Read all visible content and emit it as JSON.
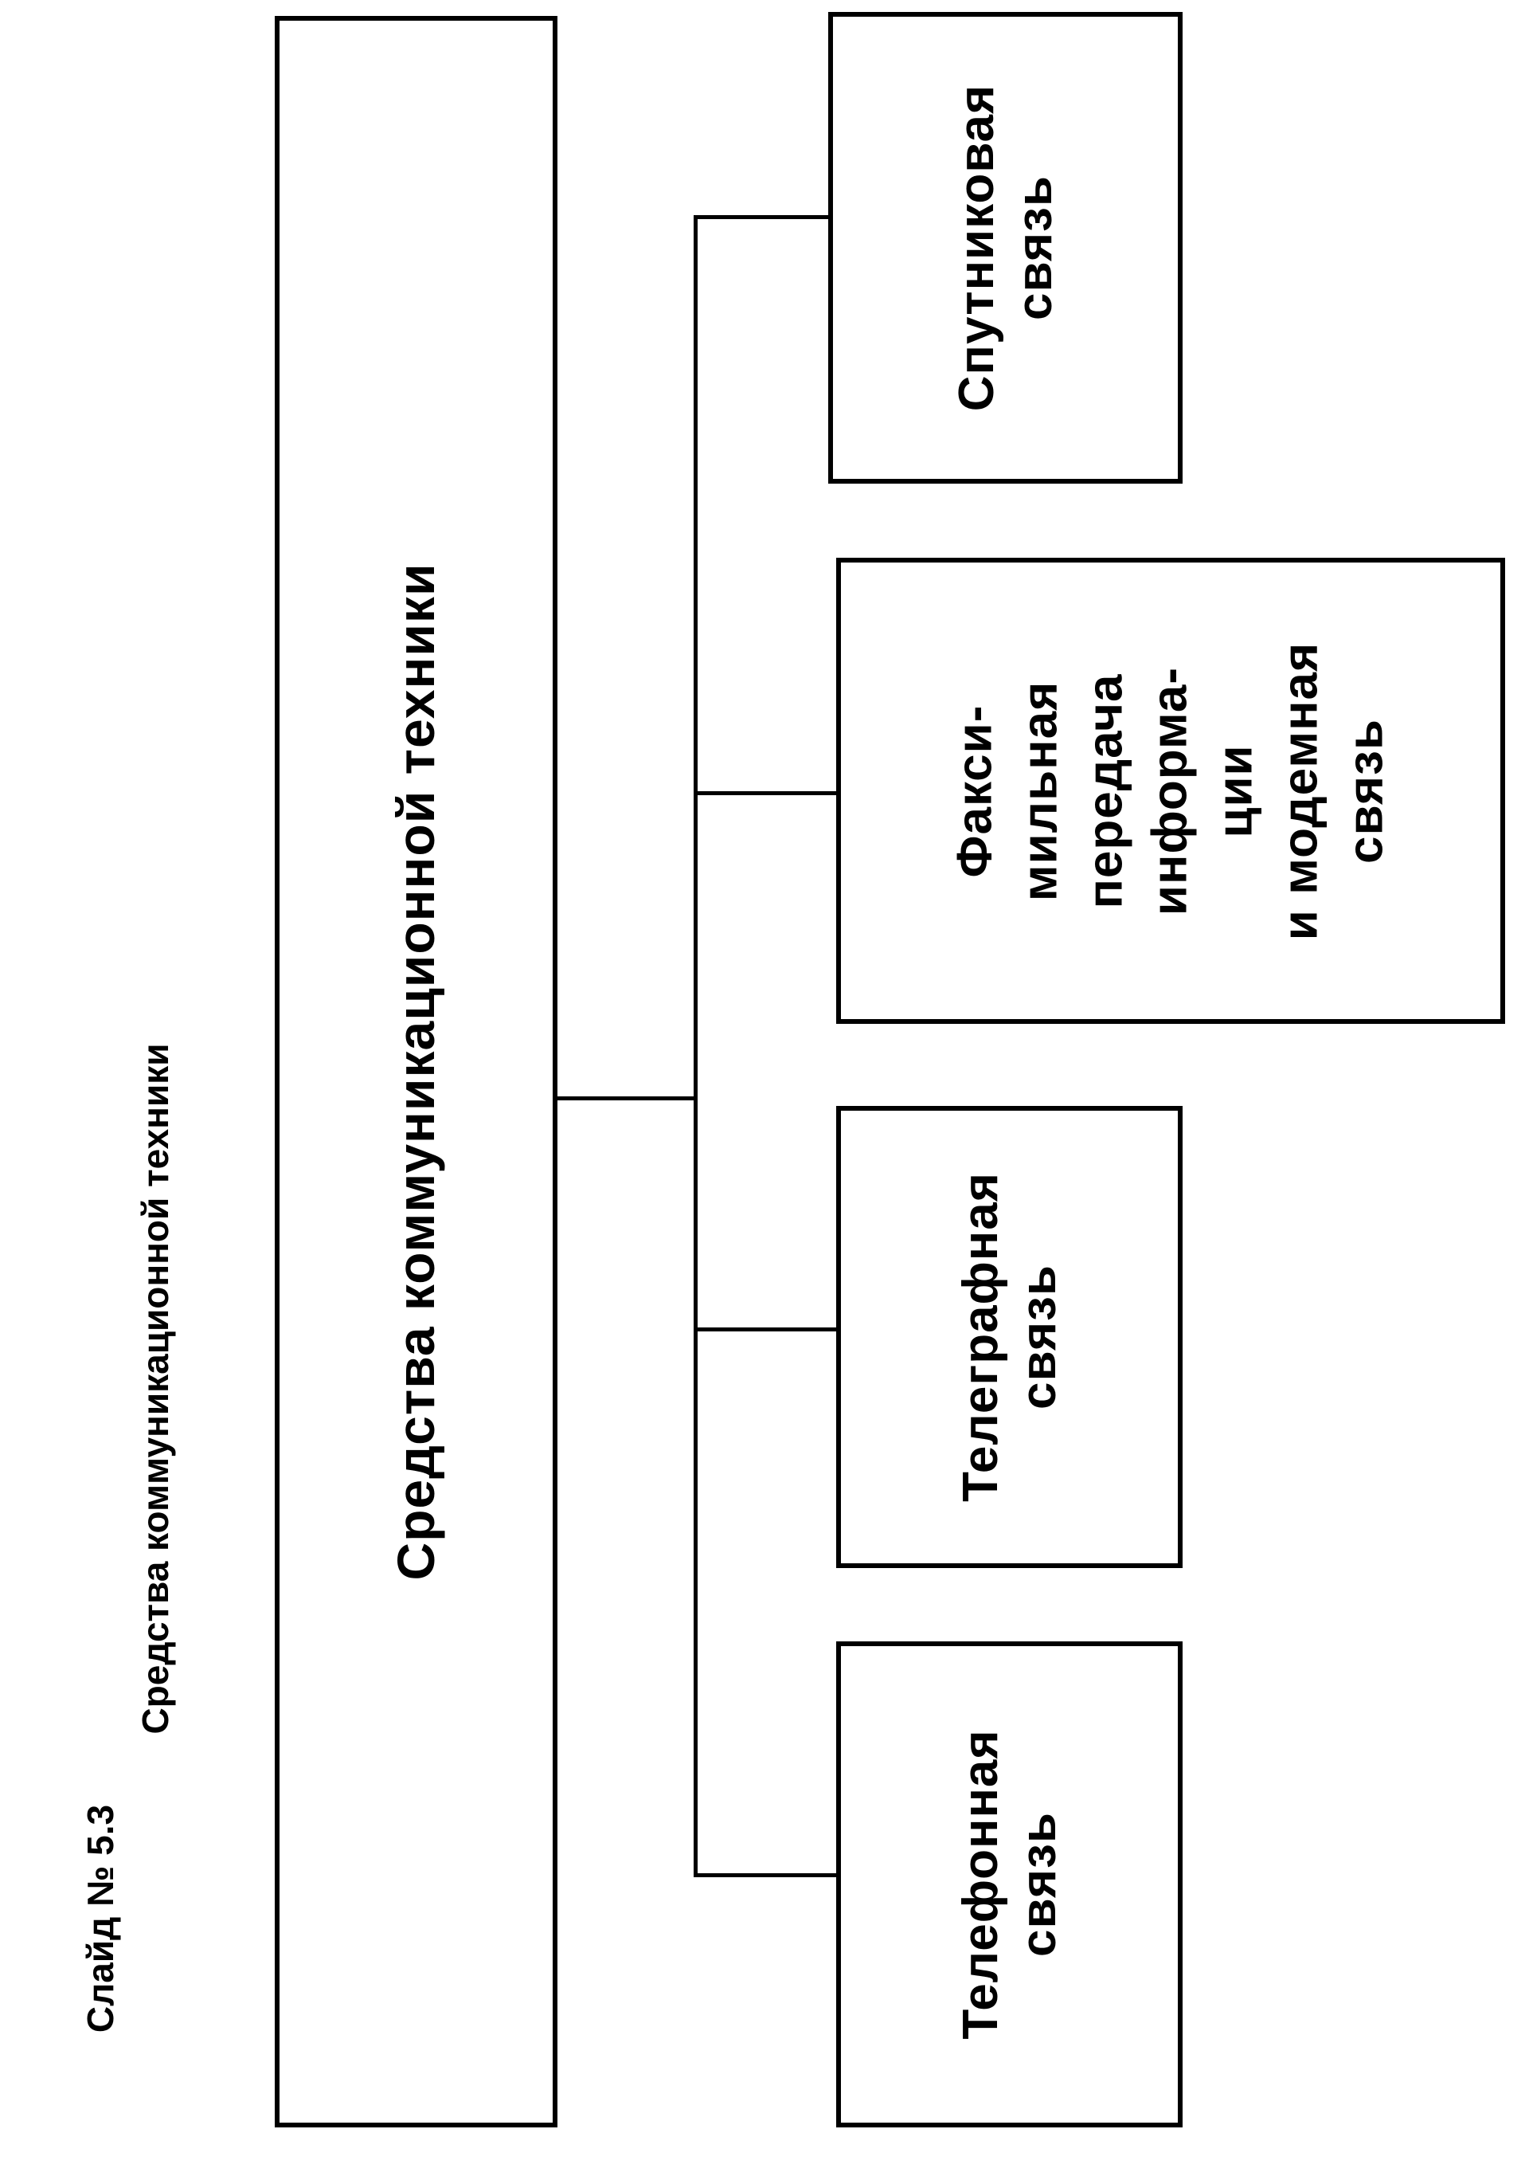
{
  "slide": {
    "number_label": "Слайд № 5.3",
    "title": "Средства коммуникационной техники"
  },
  "diagram": {
    "root": {
      "label": "Средства  коммуникационной  техники"
    },
    "children": [
      {
        "label": "Телефонная\nсвязь"
      },
      {
        "label": "Телеграфная\nсвязь"
      },
      {
        "label": "Факси-\nмильная\nпередача\nинформа-\nции\nи модемная\nсвязь"
      },
      {
        "label": "Спутниковая\nсвязь"
      }
    ]
  }
}
